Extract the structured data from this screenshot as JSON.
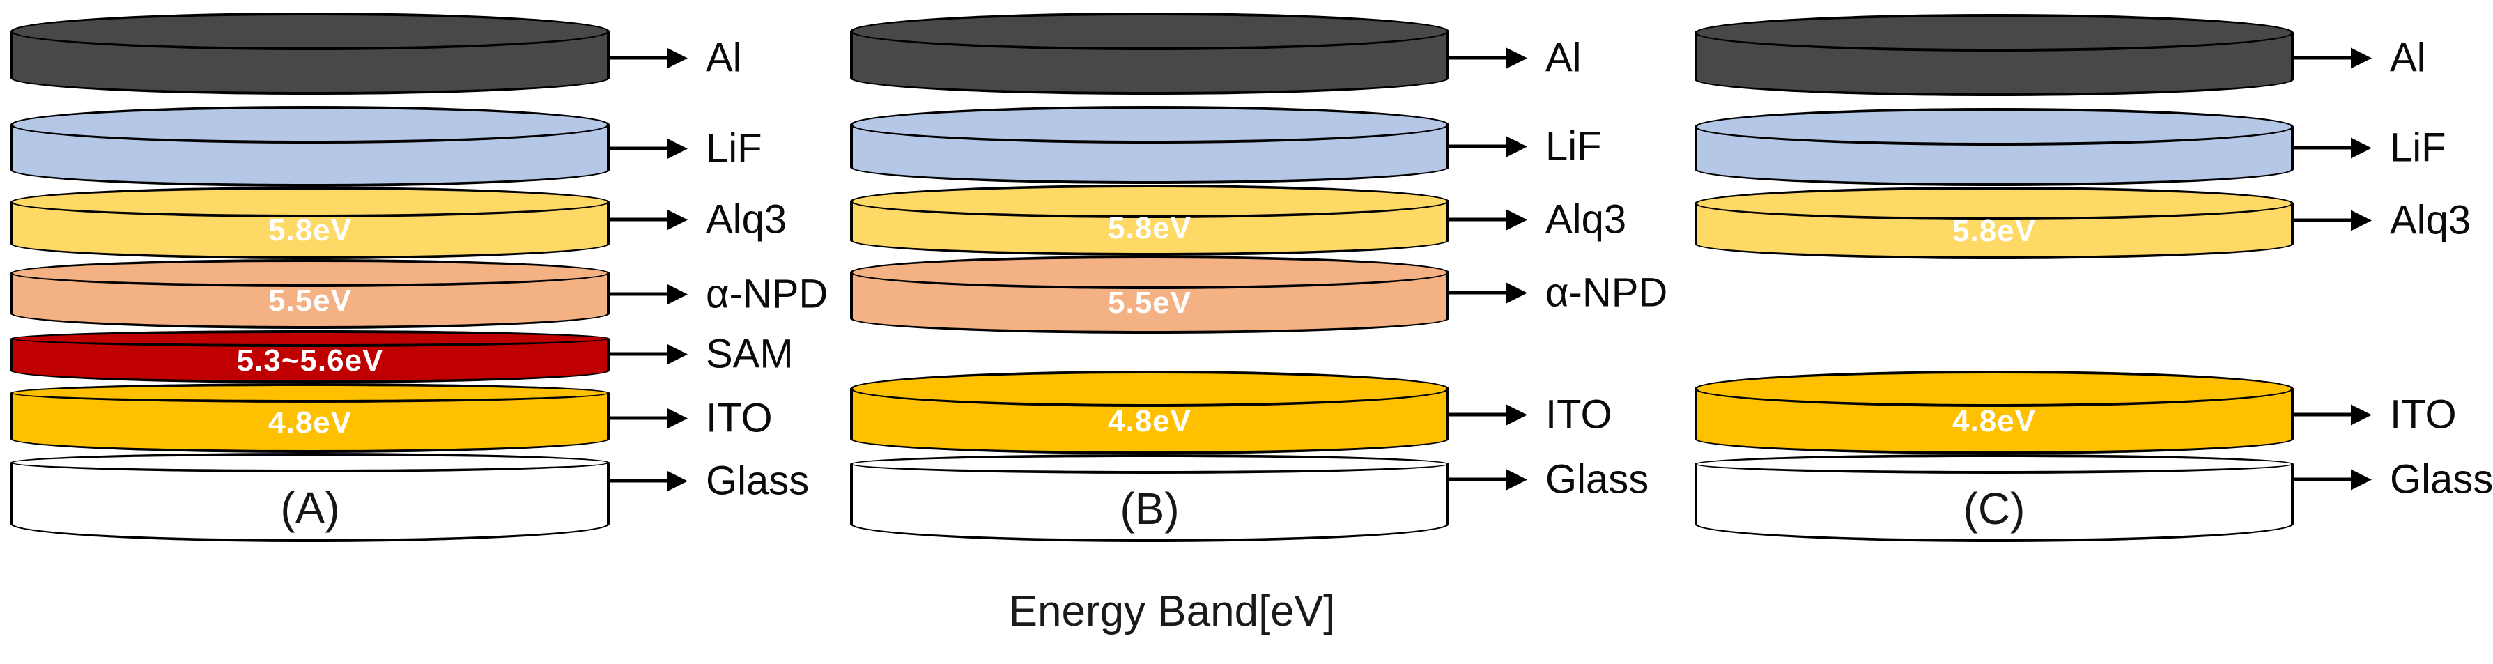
{
  "caption": "Energy Band[eV]",
  "palette": {
    "al": "#484848",
    "lif": "#b4c7e7",
    "alq3": "#ffd966",
    "npd": "#f4b183",
    "sam": "#c00000",
    "ito": "#ffc000",
    "glass": "#ffffff",
    "outline": "#000000",
    "energy_text": "#ffffff"
  },
  "stacks": [
    {
      "name": "(A)",
      "layers": [
        {
          "material": "Al"
        },
        {
          "material": "LiF"
        },
        {
          "material": "Alq3",
          "energy": "5.8eV"
        },
        {
          "material": "α-NPD",
          "energy": "5.5eV"
        },
        {
          "material": "SAM",
          "energy": "5.3~5.6eV"
        },
        {
          "material": "ITO",
          "energy": "4.8eV"
        },
        {
          "material": "Glass",
          "sublabel": "(A)"
        }
      ]
    },
    {
      "name": "(B)",
      "layers": [
        {
          "material": "Al"
        },
        {
          "material": "LiF"
        },
        {
          "material": "Alq3",
          "energy": "5.8eV"
        },
        {
          "material": "α-NPD",
          "energy": "5.5eV"
        },
        {
          "material": "ITO",
          "energy": "4.8eV"
        },
        {
          "material": "Glass",
          "sublabel": "(B)"
        }
      ]
    },
    {
      "name": "(C)",
      "layers": [
        {
          "material": "Al"
        },
        {
          "material": "LiF"
        },
        {
          "material": "Alq3",
          "energy": "5.8eV"
        },
        {
          "material": "ITO",
          "energy": "4.8eV"
        },
        {
          "material": "Glass",
          "sublabel": "(C)"
        }
      ]
    }
  ]
}
